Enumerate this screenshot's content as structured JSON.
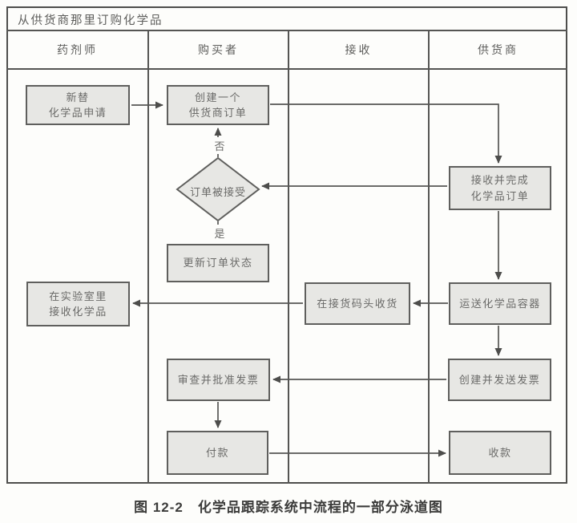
{
  "diagram": {
    "title": "从供货商那里订购化学品",
    "lanes": [
      {
        "label": "药剂师"
      },
      {
        "label": "购买者"
      },
      {
        "label": "接收"
      },
      {
        "label": "供货商"
      }
    ],
    "nodes": {
      "new_request": "新替\n化学品申请",
      "create_order": "创建一个\n供货商订单",
      "order_accepted": "订单被接受",
      "update_status": "更新订单状态",
      "receive_complete": "接收并完成\n化学品订单",
      "receive_lab": "在实验室里\n接收化学品",
      "receive_dock": "在接货码头收货",
      "ship_container": "运送化学品容器",
      "review_invoice": "审查并批准发票",
      "create_invoice": "创建并发送发票",
      "pay": "付款",
      "collect": "收款"
    },
    "decision_labels": {
      "no": "否",
      "yes": "是"
    },
    "caption": "图 12-2　化学品跟踪系统中流程的一部分泳道图"
  },
  "colors": {
    "background": "#fdfdfb",
    "frame_border": "#4e4e4c",
    "lane_line": "#555553",
    "box_fill": "#e7e7e4",
    "box_border": "#5f5f5d",
    "connector": "#565654",
    "node_text": "#6a6a68",
    "caption_text": "#3c3c3b"
  }
}
